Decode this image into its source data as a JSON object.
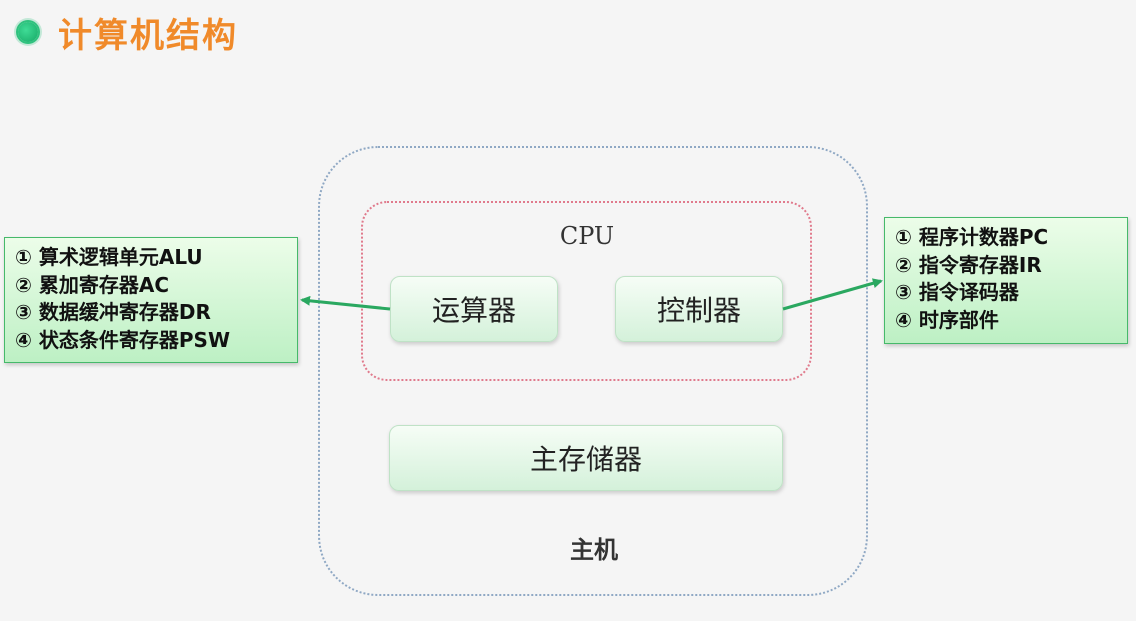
{
  "header": {
    "title": "计算机结构",
    "bullet_icon": "green-gear-bullet"
  },
  "diagram": {
    "host_label": "主机",
    "cpu_label": "CPU",
    "alu_label": "运算器",
    "cu_label": "控制器",
    "memory_label": "主存储器",
    "alu_components": [
      "① 算术逻辑单元ALU",
      "② 累加寄存器AC",
      "③ 数据缓冲寄存器DR",
      "④ 状态条件寄存器PSW"
    ],
    "cu_components": [
      "① 程序计数器PC",
      "② 指令寄存器IR",
      "③ 指令译码器",
      "④ 时序部件"
    ],
    "colors": {
      "title": "#f08a2a",
      "arrow": "#2aa860",
      "host_border": "#8fa8c4",
      "cpu_border": "#e07a8c",
      "side_border": "#46b96a"
    }
  }
}
